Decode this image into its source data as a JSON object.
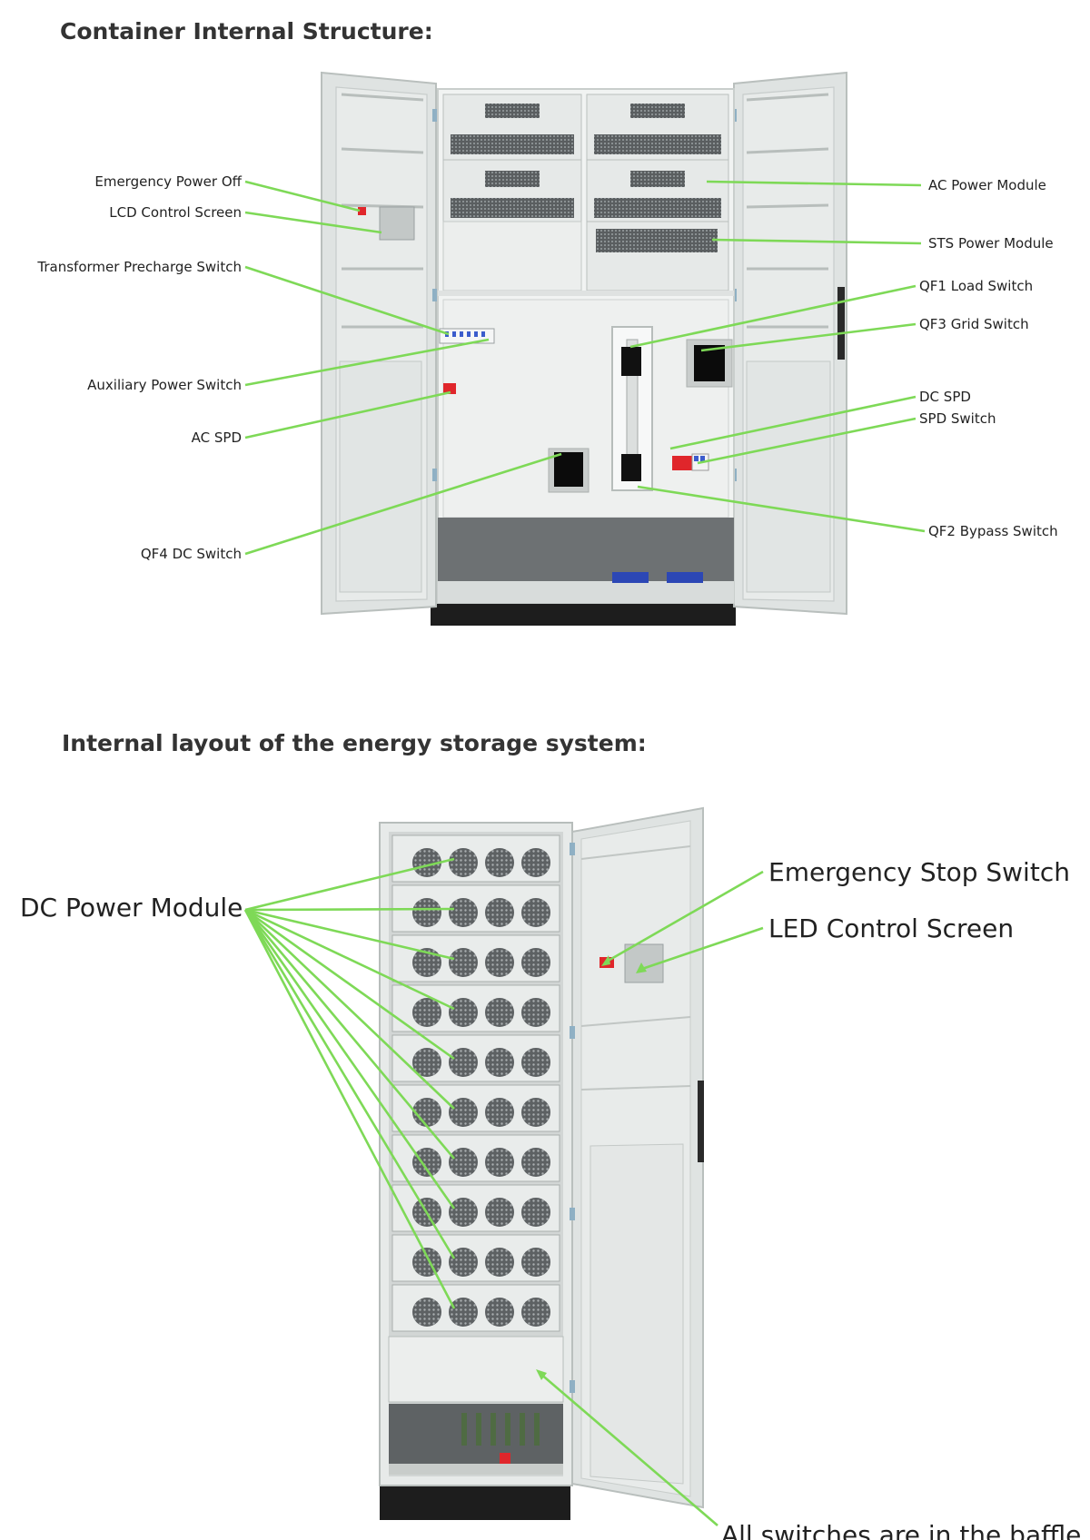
{
  "section1": {
    "title": "Container Internal Structure:",
    "labels_left": [
      "Emergency Power Off",
      "LCD Control Screen",
      "Transformer Precharge Switch",
      "Auxiliary Power Switch",
      "AC SPD",
      "QF4 DC Switch"
    ],
    "labels_right": [
      "AC Power Module",
      "STS Power Module",
      "QF1 Load Switch",
      "QF3 Grid Switch",
      "DC SPD",
      "SPD Switch",
      "QF2 Bypass Switch"
    ]
  },
  "section2": {
    "title": "Internal layout of the energy storage system:",
    "labels": {
      "dc_power_module": "DC Power Module",
      "emergency_stop": "Emergency Stop Switch",
      "led_screen": "LED Control Screen",
      "baffle_note": "All switches are in the baffle."
    }
  },
  "colors": {
    "callout": "#7ed957",
    "cabinet_panel": "#e9eceb",
    "frame": "#cfd4d2",
    "dark_base": "#1d1d1d",
    "red_button": "#e0262b"
  }
}
